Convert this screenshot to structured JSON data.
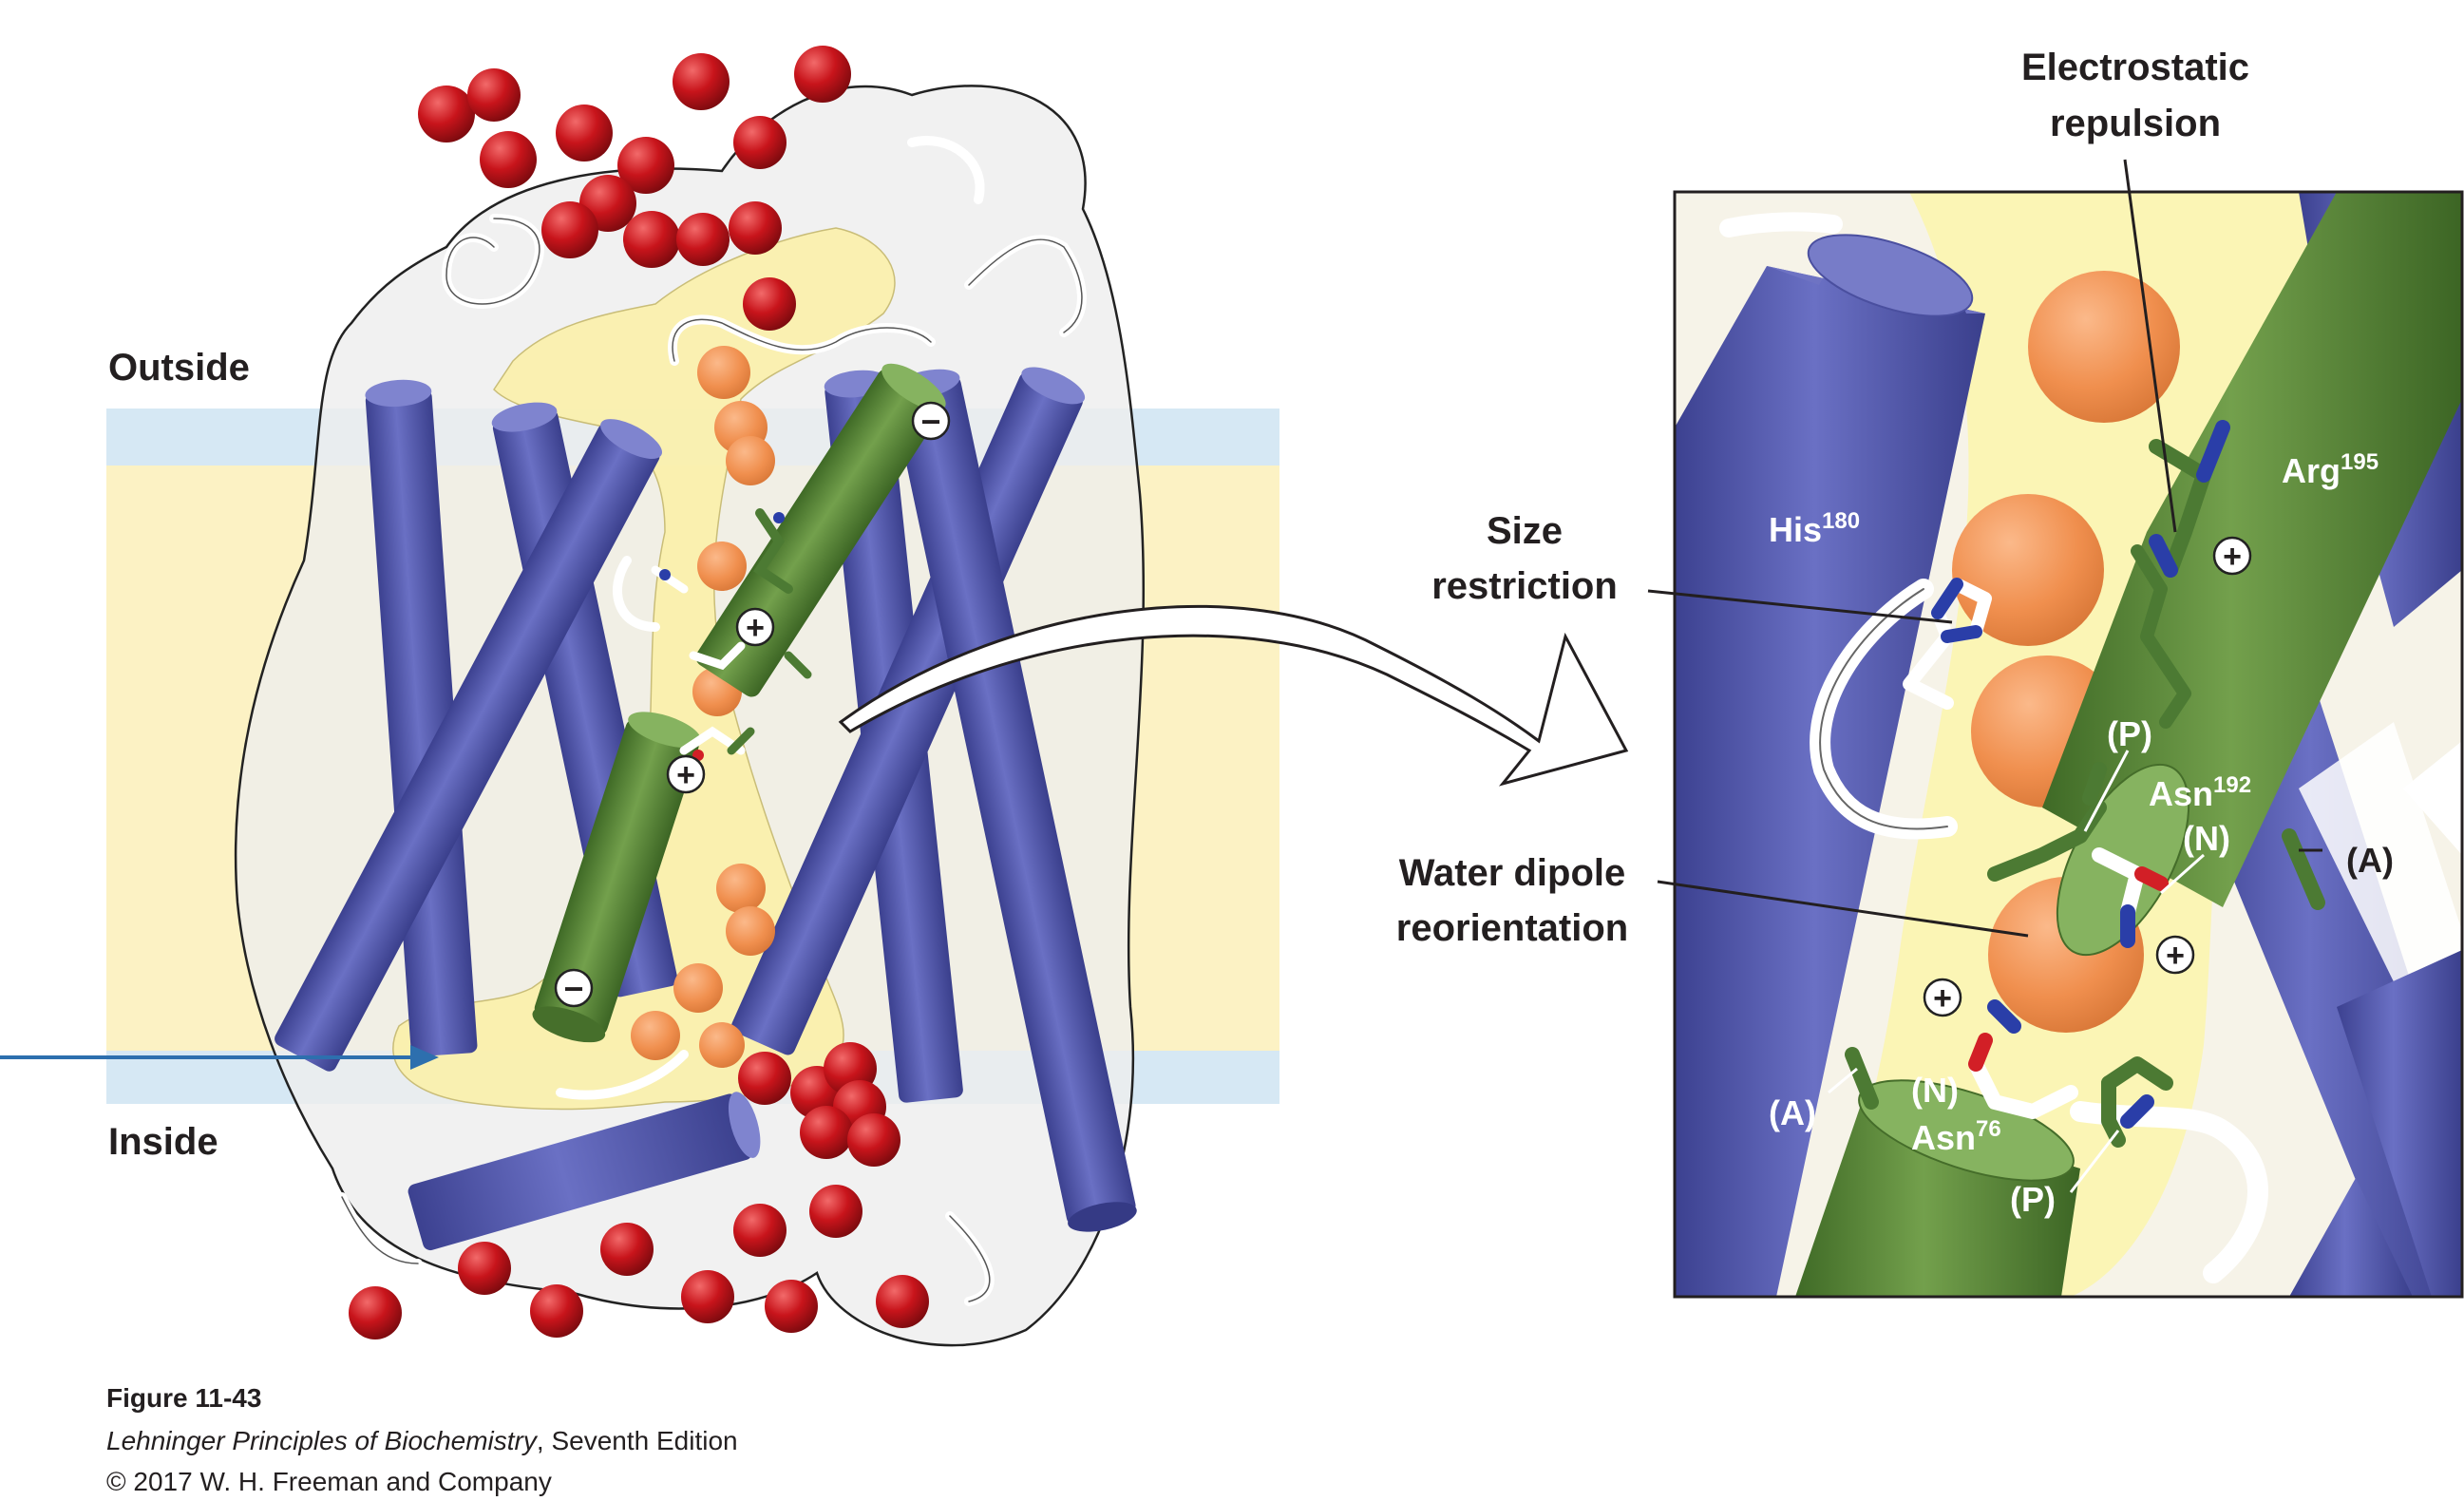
{
  "figure": {
    "label": "Figure 11-43",
    "book_title": "Lehninger Principles of Biochemistry",
    "edition": ", Seventh Edition",
    "copyright": "© 2017 W. H. Freeman and Company"
  },
  "overview": {
    "outside_label": "Outside",
    "inside_label": "Inside",
    "charge_symbols": {
      "positive": "+",
      "negative": "−"
    }
  },
  "detail": {
    "callouts": {
      "electrostatic": {
        "line1": "Electrostatic",
        "line2": "repulsion"
      },
      "size": {
        "line1": "Size",
        "line2": "restriction"
      },
      "water": {
        "line1": "Water dipole",
        "line2": "reorientation"
      }
    },
    "residues": {
      "his": {
        "name": "His",
        "number": "180"
      },
      "arg": {
        "name": "Arg",
        "number": "195"
      },
      "asn192": {
        "name": "Asn",
        "number": "192"
      },
      "asn76": {
        "name": "Asn",
        "number": "76"
      }
    },
    "motif_labels": {
      "p": "(P)",
      "n": "(N)",
      "a": "(A)"
    }
  },
  "colors": {
    "helix_blue": "#5a5fb0",
    "helix_green": "#5e8a3c",
    "water_red": "#c4141b",
    "water_orange": "#f39a58",
    "membrane_yellow": "#fcf2c4",
    "membrane_blue": "#d6e8f4",
    "pointer_blue": "#2d6fae",
    "channel_yellow": "#fbf3b0"
  }
}
